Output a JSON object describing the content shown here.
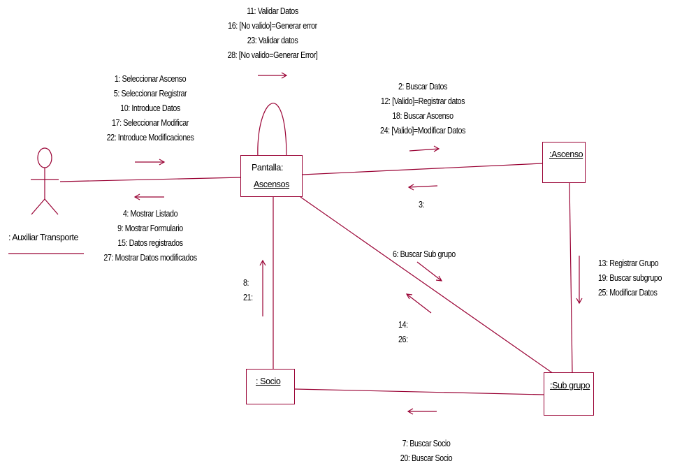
{
  "actor": {
    "name": ": Auxiliar Transporte"
  },
  "objects": {
    "pantalla_line1": "Pantalla:",
    "pantalla_line2": "Ascensos",
    "ascenso": ":Ascenso",
    "subgrupo": ":Sub grupo",
    "socio": ": Socio"
  },
  "messages": {
    "self_loop": [
      "11: Validar Datos",
      "16: [No valido]=Generar error",
      "23: Validar datos",
      "28: [No valido=Generar Error]"
    ],
    "actor_to_pantalla": [
      "1: Seleccionar Ascenso",
      "5: Seleccionar Registrar",
      "10: Introduce Datos",
      "17: Seleccionar Modificar",
      "22: Introduce Modificaciones"
    ],
    "pantalla_to_actor": [
      "4: Mostrar Listado",
      "9: Mostrar Formulario",
      "15: Datos registrados",
      "27: Mostrar Datos modificados"
    ],
    "pantalla_to_ascenso": [
      "2: Buscar Datos",
      "12: [Valido]=Registrar datos",
      "18: Buscar Ascenso",
      "24: [Valido]=Modificar Datos"
    ],
    "ascenso_to_pantalla": [
      "3:"
    ],
    "pantalla_to_subgrupo": [
      "6: Buscar Sub grupo"
    ],
    "subgrupo_to_pantalla": [
      "14:",
      "26:"
    ],
    "ascenso_to_subgrupo": [
      "13: Registrar Grupo",
      "19: Buscar subgrupo",
      "25: Modificar Datos"
    ],
    "socio_to_pantalla": [
      "8:",
      "21:"
    ],
    "subgrupo_to_socio": [
      "7: Buscar Socio",
      "20: Buscar Socio"
    ]
  },
  "colors": {
    "line": "#990033"
  }
}
